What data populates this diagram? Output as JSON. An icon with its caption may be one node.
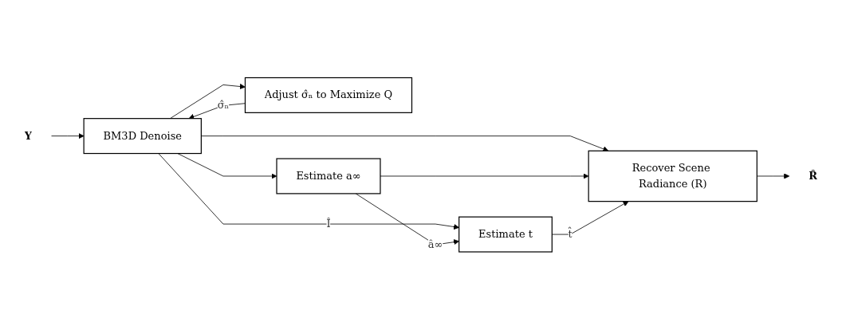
{
  "diagram": {
    "nodes": [
      {
        "text": [
          "Y"
        ]
      },
      {
        "text": [
          "BM3D Denoise"
        ]
      },
      {
        "text": [
          "Adjust σ̂ₙ to Maximize Q"
        ]
      },
      {
        "text": [
          "Estimate a∞"
        ]
      },
      {
        "text": [
          "Estimate t"
        ]
      },
      {
        "text": [
          "Recover Scene Radiance (R)"
        ]
      },
      {
        "text": [
          "R̂"
        ]
      }
    ],
    "edges": [
      {
        "from": 0,
        "to": 1,
        "arrow": "to"
      },
      {
        "from": 1,
        "to": 2,
        "arrow": "to"
      },
      {
        "from": 2,
        "to": 1,
        "arrow": "to",
        "label": "σ̂ₙ"
      },
      {
        "from": 1,
        "to": 3,
        "arrow": "to"
      },
      {
        "from": 1,
        "to": 4,
        "arrow": "to",
        "label": "Î"
      },
      {
        "from": 1,
        "to": 5,
        "arrow": "to"
      },
      {
        "from": 3,
        "to": 4,
        "arrow": "to",
        "label": "â∞"
      },
      {
        "from": 3,
        "to": 5,
        "arrow": "to"
      },
      {
        "from": 4,
        "to": 5,
        "arrow": "to",
        "label": "t̂"
      },
      {
        "from": 5,
        "to": 6,
        "arrow": "to"
      }
    ]
  }
}
